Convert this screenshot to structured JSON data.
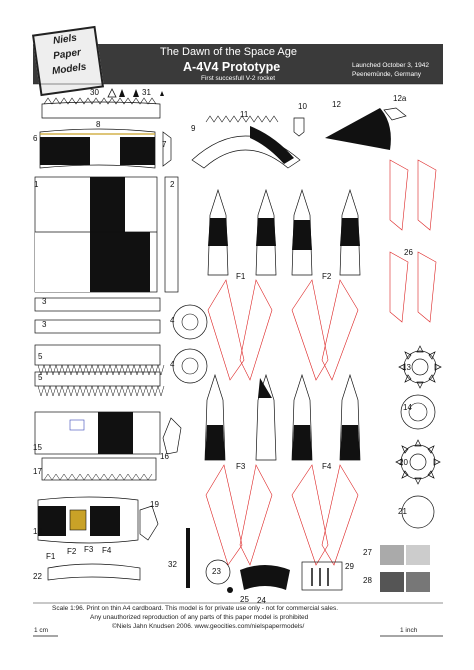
{
  "logo": {
    "lines": [
      "Niels",
      "Paper",
      "Models"
    ]
  },
  "header": {
    "series_title": "The Dawn of the Space Age",
    "model_title": "A-4V4 Prototype",
    "subtitle": "First succesfull V-2 rocket",
    "launch_date": "Launched October 3, 1942",
    "launch_site": "Peenemünde, Germany"
  },
  "part_labels": [
    "30",
    "31",
    "8",
    "6",
    "7",
    "9",
    "10",
    "11",
    "12",
    "12a",
    "1",
    "2",
    "26",
    "F1",
    "F2",
    "3",
    "3",
    "4",
    "4",
    "5",
    "5",
    "13",
    "14",
    "15",
    "16",
    "17",
    "18",
    "19",
    "F3",
    "F4",
    "20",
    "F1",
    "F2",
    "F3",
    "F4",
    "21",
    "32",
    "22",
    "23",
    "25",
    "24",
    "29",
    "27",
    "28"
  ],
  "footer": {
    "line1": "Scale 1:96. Print on thin A4 cardboard.  This model is for private use only - not for commercial sales.",
    "line2": "Any unauthorized reproduction of any parts of this paper model is prohibited",
    "line3": "©Niels Jahn Knudsen 2006.  www.geocities.com/nielspapermodels/",
    "scale_cm": "1 cm",
    "scale_inch": "1 inch"
  },
  "colors": {
    "header_bg": "#3a3a3a",
    "line_red": "#d22",
    "ink": "#111"
  }
}
